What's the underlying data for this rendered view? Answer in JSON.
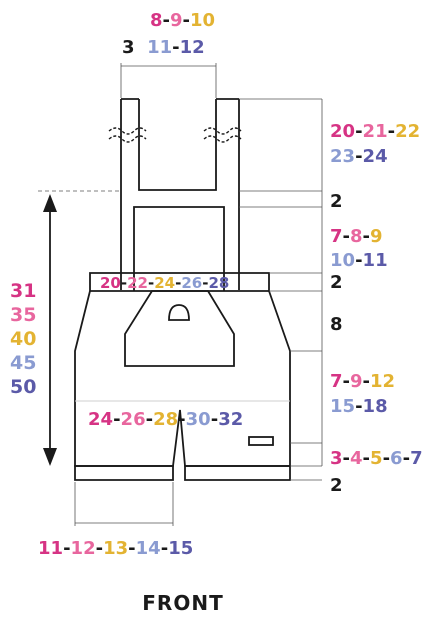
{
  "colors": {
    "size1": "#d63384",
    "size2": "#e8669e",
    "size3": "#e3b332",
    "size4": "#8a9bd1",
    "size5": "#5b5aa8",
    "dark": "#1a1a1a"
  },
  "title": "FRONT",
  "labels": {
    "strap_top": [
      "8",
      "9",
      "10"
    ],
    "strap_width_one": "3",
    "strap_width_rest": [
      "11",
      "12"
    ],
    "strap_length_a": [
      "20",
      "21",
      "22"
    ],
    "strap_length_b": [
      "23",
      "24"
    ],
    "strap_join": "2",
    "bib_a": [
      "7",
      "8",
      "9"
    ],
    "bib_b": [
      "10",
      "11"
    ],
    "bib_border": "2",
    "bib_width": [
      "20",
      "22",
      "24",
      "26",
      "28"
    ],
    "side_total": [
      "31",
      "35",
      "40",
      "45",
      "50"
    ],
    "pocket_depth": "8",
    "hip_a": [
      "7",
      "9",
      "12"
    ],
    "hip_b": [
      "15",
      "18"
    ],
    "hip_width": [
      "24",
      "26",
      "28",
      "30",
      "32"
    ],
    "leg_depth": [
      "3",
      "4",
      "5",
      "6",
      "7"
    ],
    "hem_depth": "2",
    "leg_width": [
      "11",
      "12",
      "13",
      "14",
      "15"
    ]
  }
}
